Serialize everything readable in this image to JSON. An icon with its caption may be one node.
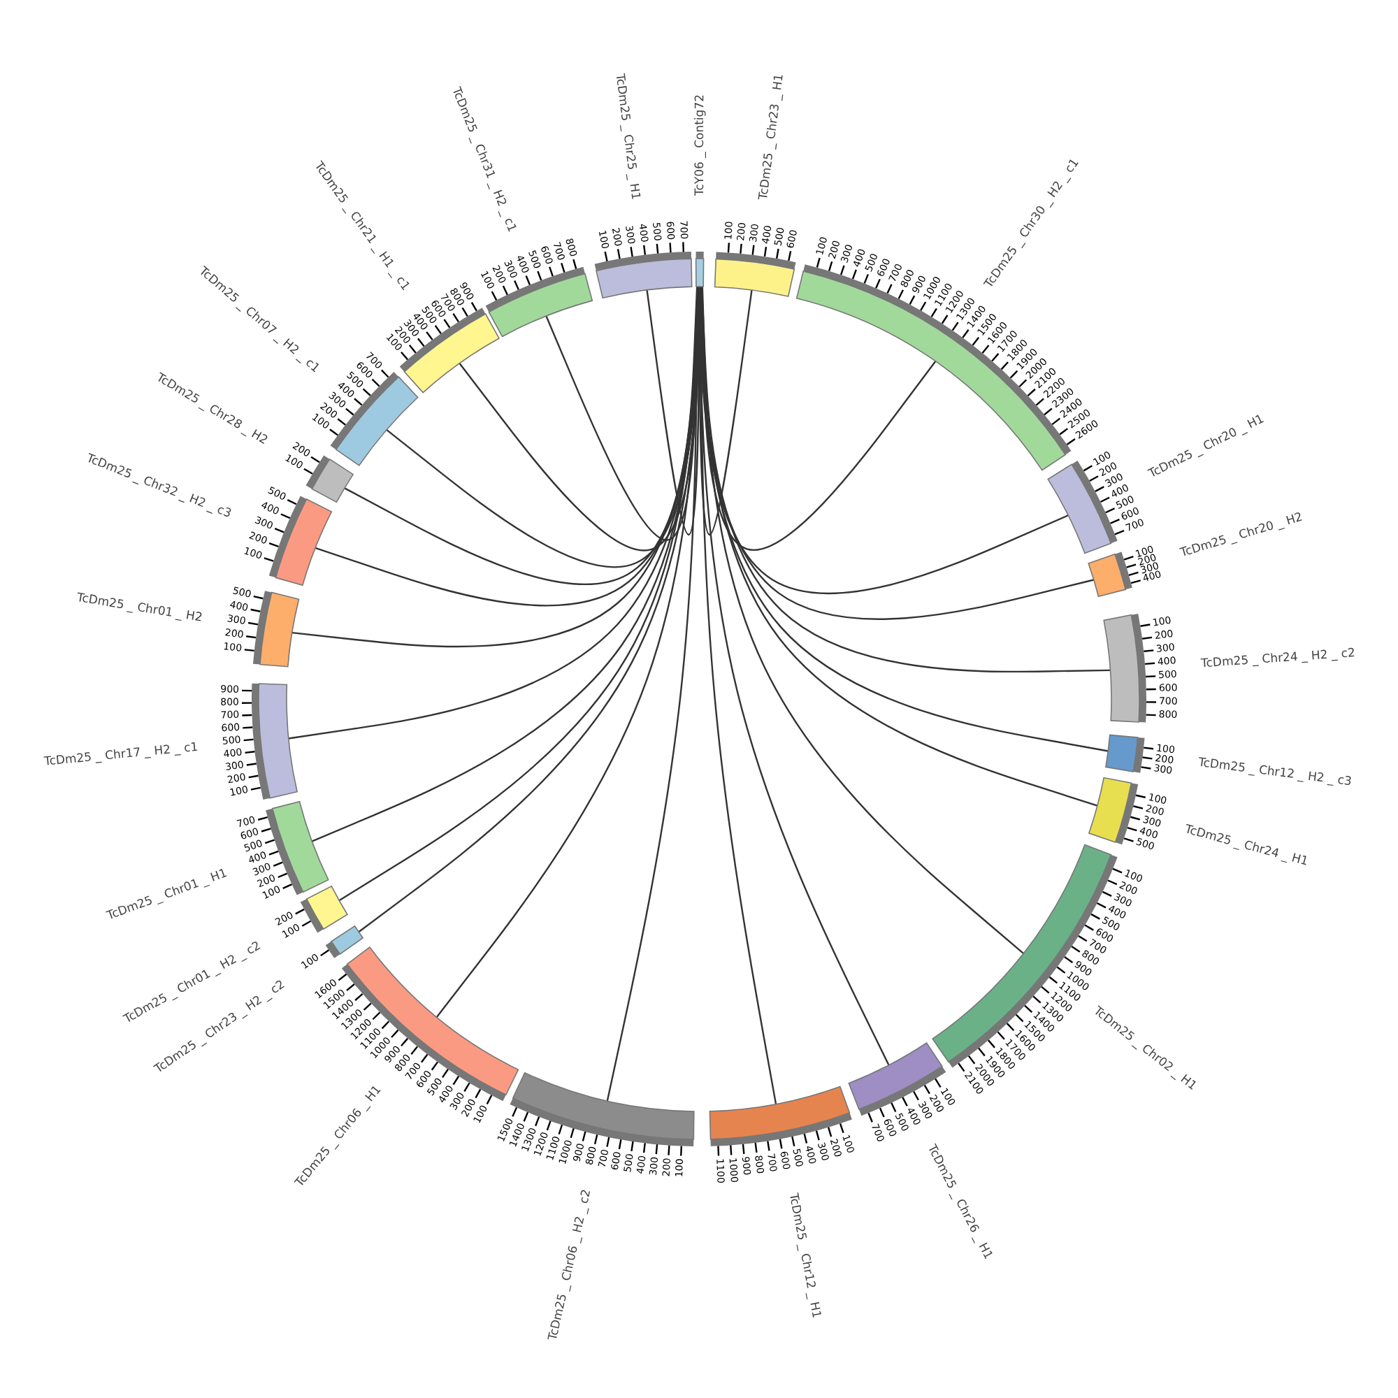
{
  "diagram": {
    "nodes": [
      {
        "text": [
          "TcY06 _ Contig72"
        ]
      },
      {
        "text": [
          "TcDm25 _ Chr23 _ H1"
        ],
        "beside": [
          "100",
          "200",
          "300",
          "400",
          "500",
          "600"
        ]
      },
      {
        "text": [
          "TcDm25 _ Chr30 _ H2 _ c1"
        ],
        "beside": [
          "100",
          "200",
          "300",
          "400",
          "500",
          "600",
          "700",
          "800",
          "900",
          "1000",
          "1100",
          "1200",
          "1300",
          "1400",
          "1500",
          "1600",
          "1700",
          "1800",
          "1900",
          "2000",
          "2100",
          "2200",
          "2300",
          "2400",
          "2500",
          "2600"
        ]
      },
      {
        "text": [
          "TcDm25 _ Chr20 _ H1"
        ],
        "beside": [
          "100",
          "200",
          "300",
          "400",
          "500",
          "600",
          "700"
        ]
      },
      {
        "text": [
          "TcDm25 _ Chr20 _ H2"
        ],
        "beside": [
          "100",
          "200",
          "300",
          "400"
        ]
      },
      {
        "text": [
          "TcDm25 _ Chr24 _ H2 _ c2"
        ],
        "beside": [
          "100",
          "200",
          "300",
          "400",
          "500",
          "600",
          "700",
          "800"
        ]
      },
      {
        "text": [
          "TcDm25 _ Chr12 _ H2 _ c3"
        ],
        "beside": [
          "100",
          "200",
          "300"
        ]
      },
      {
        "text": [
          "TcDm25 _ Chr24 _ H1"
        ],
        "beside": [
          "100",
          "200",
          "300",
          "400",
          "500"
        ]
      },
      {
        "text": [
          "TcDm25 _ Chr02 _ H1"
        ],
        "beside": [
          "100",
          "200",
          "300",
          "400",
          "500",
          "600",
          "700",
          "800",
          "900",
          "1000",
          "1100",
          "1200",
          "1300",
          "1400",
          "1500",
          "1600",
          "1700",
          "1800",
          "1900",
          "2000",
          "2100"
        ]
      },
      {
        "text": [
          "TcDm25 _ Chr26 _ H1"
        ],
        "beside": [
          "100",
          "200",
          "300",
          "400",
          "500",
          "600",
          "700"
        ]
      },
      {
        "text": [
          "TcDm25 _ Chr12 _ H1"
        ],
        "beside": [
          "100",
          "200",
          "300",
          "400",
          "500",
          "600",
          "700",
          "800",
          "900",
          "1000",
          "1100"
        ]
      },
      {
        "text": [
          "TcDm25 _ Chr06 _ H2 _ c2"
        ],
        "beside": [
          "100",
          "200",
          "300",
          "400",
          "500",
          "600",
          "700",
          "800",
          "900",
          "1000",
          "1100",
          "1200",
          "1300",
          "1400",
          "1500"
        ]
      },
      {
        "text": [
          "TcDm25 _ Chr06 _ H1"
        ],
        "beside": [
          "100",
          "200",
          "300",
          "400",
          "500",
          "600",
          "700",
          "800",
          "900",
          "1000",
          "1100",
          "1200",
          "1300",
          "1400",
          "1500",
          "1600"
        ]
      },
      {
        "text": [
          "TcDm25 _ Chr23 _ H2 _ c2"
        ],
        "beside": [
          "100"
        ]
      },
      {
        "text": [
          "TcDm25 _ Chr01 _ H2 _ c2"
        ],
        "beside": [
          "100",
          "200"
        ]
      },
      {
        "text": [
          "TcDm25 _ Chr01 _ H1"
        ],
        "beside": [
          "100",
          "200",
          "300",
          "400",
          "500",
          "600",
          "700"
        ]
      },
      {
        "text": [
          "TcDm25 _ Chr17 _ H2 _ c1"
        ],
        "beside": [
          "100",
          "200",
          "300",
          "400",
          "500",
          "600",
          "700",
          "800",
          "900"
        ]
      },
      {
        "text": [
          "TcDm25 _ Chr01 _ H2"
        ],
        "beside": [
          "100",
          "200",
          "300",
          "400",
          "500"
        ]
      },
      {
        "text": [
          "TcDm25 _ Chr32 _ H2 _ c3"
        ],
        "beside": [
          "100",
          "200",
          "300",
          "400",
          "500"
        ]
      },
      {
        "text": [
          "TcDm25 _ Chr28 _ H2"
        ],
        "beside": [
          "100",
          "200"
        ]
      },
      {
        "text": [
          "TcDm25 _ Chr07 _ H2 _ c1"
        ],
        "beside": [
          "100",
          "200",
          "300",
          "400",
          "500",
          "600",
          "700"
        ]
      },
      {
        "text": [
          "TcDm25 _ Chr21 _ H1 _ c1"
        ],
        "beside": [
          "100",
          "200",
          "300",
          "400",
          "500",
          "600",
          "700",
          "800",
          "900"
        ]
      },
      {
        "text": [
          "TcDm25 _ Chr31 _ H2 _ c1"
        ],
        "beside": [
          "100",
          "200",
          "300",
          "400",
          "500",
          "600",
          "700",
          "800"
        ]
      },
      {
        "text": [
          "TcDm25 _ Chr25 _ H1"
        ],
        "beside": [
          "100",
          "200",
          "300",
          "400",
          "500",
          "600",
          "700"
        ]
      }
    ],
    "edges": [
      {
        "from": 0,
        "to": 1,
        "arrow": "none"
      },
      {
        "from": 0,
        "to": 2,
        "arrow": "none"
      },
      {
        "from": 0,
        "to": 3,
        "arrow": "none"
      },
      {
        "from": 0,
        "to": 4,
        "arrow": "none"
      },
      {
        "from": 0,
        "to": 5,
        "arrow": "none"
      },
      {
        "from": 0,
        "to": 6,
        "arrow": "none"
      },
      {
        "from": 0,
        "to": 7,
        "arrow": "none"
      },
      {
        "from": 0,
        "to": 8,
        "arrow": "none"
      },
      {
        "from": 0,
        "to": 9,
        "arrow": "none"
      },
      {
        "from": 0,
        "to": 10,
        "arrow": "none"
      },
      {
        "from": 0,
        "to": 11,
        "arrow": "none"
      },
      {
        "from": 0,
        "to": 12,
        "arrow": "none"
      },
      {
        "from": 0,
        "to": 13,
        "arrow": "none"
      },
      {
        "from": 0,
        "to": 14,
        "arrow": "none"
      },
      {
        "from": 0,
        "to": 15,
        "arrow": "none"
      },
      {
        "from": 0,
        "to": 16,
        "arrow": "none"
      },
      {
        "from": 0,
        "to": 17,
        "arrow": "none"
      },
      {
        "from": 0,
        "to": 18,
        "arrow": "none"
      },
      {
        "from": 0,
        "to": 19,
        "arrow": "none"
      },
      {
        "from": 0,
        "to": 20,
        "arrow": "none"
      },
      {
        "from": 0,
        "to": 21,
        "arrow": "none"
      },
      {
        "from": 0,
        "to": 22,
        "arrow": "none"
      },
      {
        "from": 0,
        "to": 23,
        "arrow": "none"
      }
    ]
  }
}
